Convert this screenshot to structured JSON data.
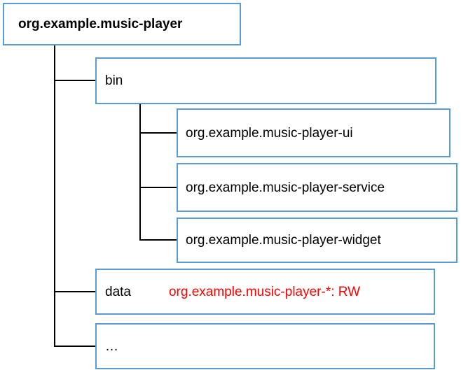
{
  "diagram": {
    "title": "Application package hierarchy tree",
    "colors": {
      "box_border": "#5B9BD5",
      "box_background": "#FFFFFF",
      "connector": "#000000",
      "annotation_text": "#FF0000",
      "label_text": "#000000"
    },
    "root": {
      "label": "org.example.music-player"
    },
    "children": [
      {
        "label": "bin",
        "children": [
          {
            "label": "org.example.music-player-ui"
          },
          {
            "label": "org.example.music-player-service"
          },
          {
            "label": "org.example.music-player-widget"
          }
        ]
      },
      {
        "label": "data",
        "annotation": "org.example.music-player-*:  RW"
      },
      {
        "label": "…"
      }
    ]
  }
}
